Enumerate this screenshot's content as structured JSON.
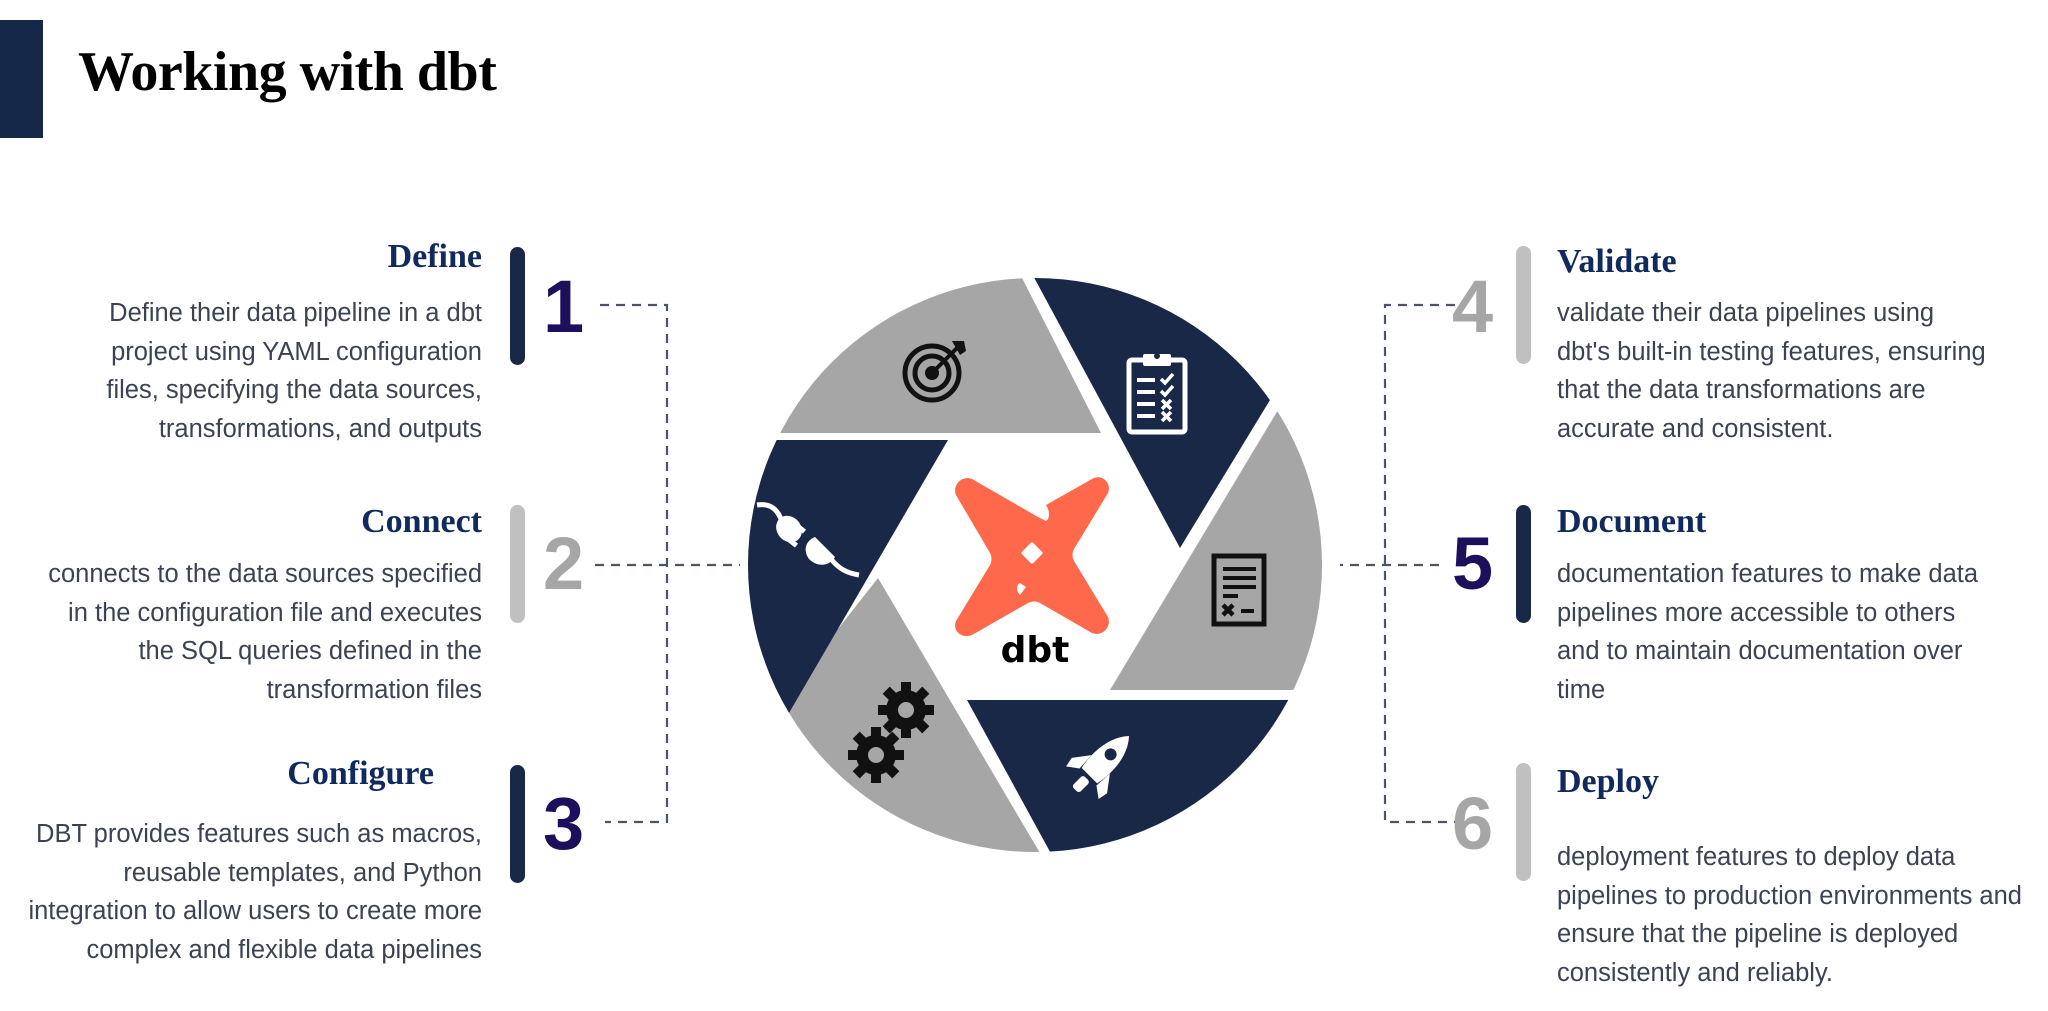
{
  "title": "Working with dbt",
  "colors": {
    "navy": "#1a2847",
    "gray": "#a6a6a6",
    "accent_number": "#1e0f5c",
    "gray_number": "#a6a6a6",
    "title_blue": "#102a5e",
    "body_text": "#3b4352",
    "dbt_orange": "#ff694b"
  },
  "center_logo": {
    "label": "dbt"
  },
  "steps": [
    {
      "number": "1",
      "title": "Define",
      "description": "Define their data pipeline in a dbt project using YAML configuration files, specifying the data sources, transformations, and outputs",
      "icon": "target-icon",
      "side": "left",
      "emphasis": "dark"
    },
    {
      "number": "2",
      "title": "Connect",
      "description": "connects to the data sources specified in the configuration file and executes the SQL queries defined in the transformation files",
      "icon": "plug-icon",
      "side": "left",
      "emphasis": "light"
    },
    {
      "number": "3",
      "title": "Configure",
      "description": "DBT provides features such as macros, reusable templates, and Python integration to allow users to create more complex and flexible data pipelines",
      "icon": "gears-icon",
      "side": "left",
      "emphasis": "dark"
    },
    {
      "number": "4",
      "title": "Validate",
      "description": "validate their data pipelines using dbt's built-in testing features, ensuring that the data transformations are accurate and consistent.",
      "icon": "checklist-icon",
      "side": "right",
      "emphasis": "light"
    },
    {
      "number": "5",
      "title": "Document",
      "description": "documentation features to make data pipelines more accessible to others and to maintain documentation over time",
      "icon": "document-icon",
      "side": "right",
      "emphasis": "dark"
    },
    {
      "number": "6",
      "title": "Deploy",
      "description": "deployment features to deploy data pipelines to production environments and ensure that the pipeline is deployed consistently and reliably.",
      "icon": "rocket-icon",
      "side": "right",
      "emphasis": "light"
    }
  ]
}
